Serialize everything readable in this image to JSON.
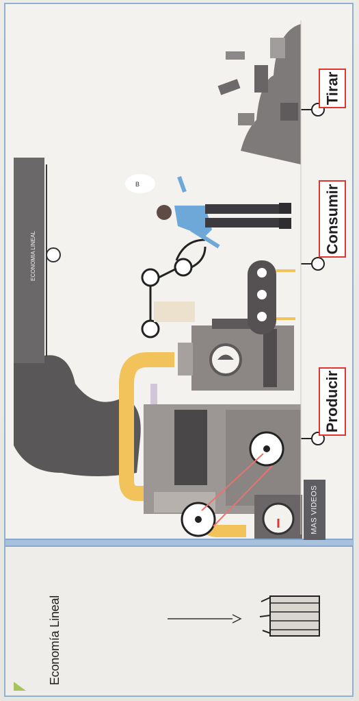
{
  "diagram": {
    "timeline_label": "ECONOMIA LINEAL",
    "stages": [
      {
        "label": "Producir"
      },
      {
        "label": "Consumir"
      },
      {
        "label": "Tirar"
      }
    ],
    "button_label": "MAS VIDEOS"
  },
  "lower_panel": {
    "title": "Economía Lineal"
  },
  "colors": {
    "frame": "#8fb0d3",
    "stage_border": "#e0352e",
    "factory_dark": "#4a4749",
    "factory_mid": "#7e7a78",
    "pipe_yellow": "#f1c35a",
    "person_shirt": "#6ea8d8"
  }
}
